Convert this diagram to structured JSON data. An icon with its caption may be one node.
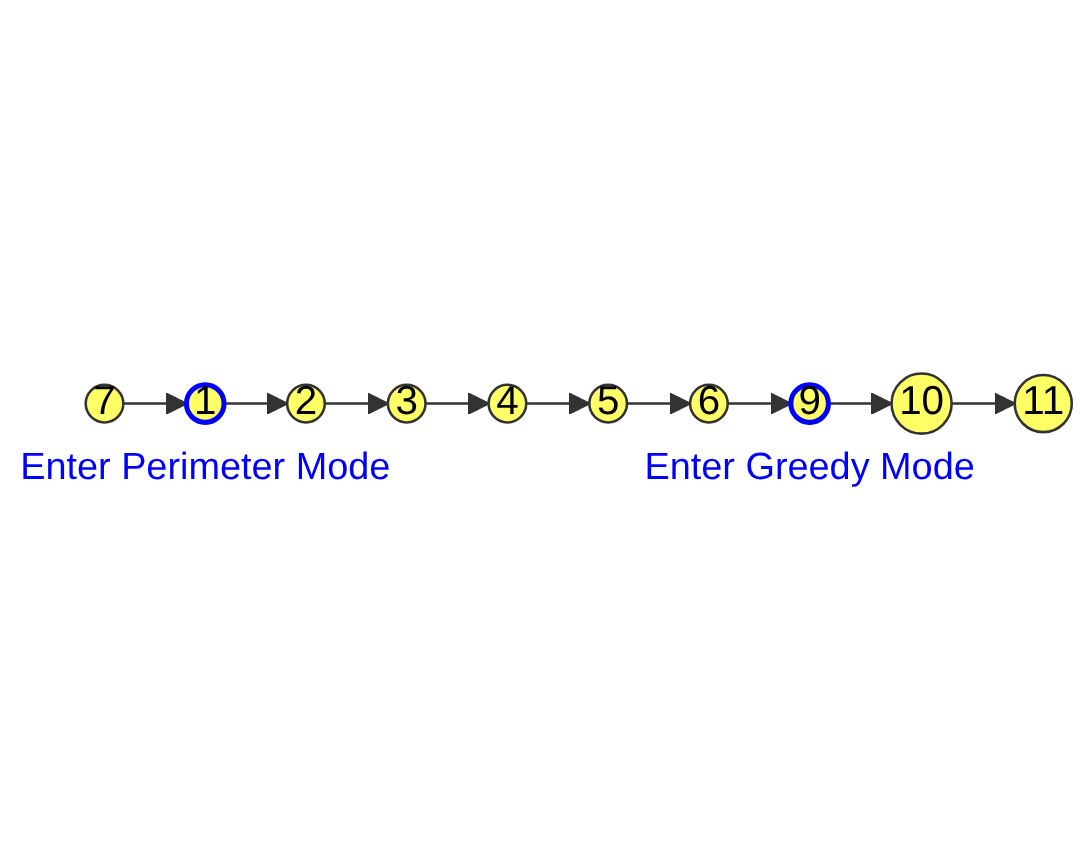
{
  "diagram": {
    "nodes": [
      {
        "text": [
          "7"
        ]
      },
      {
        "text": [
          "1"
        ],
        "beside": [
          "Enter Perimeter Mode"
        ]
      },
      {
        "text": [
          "2"
        ]
      },
      {
        "text": [
          "3"
        ]
      },
      {
        "text": [
          "4"
        ]
      },
      {
        "text": [
          "5"
        ]
      },
      {
        "text": [
          "6"
        ]
      },
      {
        "text": [
          "9"
        ],
        "beside": [
          "Enter Greedy Mode"
        ]
      },
      {
        "text": [
          "10"
        ]
      },
      {
        "text": [
          "11"
        ]
      }
    ],
    "edges": [
      {
        "from": 0,
        "to": 1,
        "arrow": "to"
      },
      {
        "from": 1,
        "to": 2,
        "arrow": "to"
      },
      {
        "from": 2,
        "to": 3,
        "arrow": "to"
      },
      {
        "from": 3,
        "to": 4,
        "arrow": "to"
      },
      {
        "from": 4,
        "to": 5,
        "arrow": "to"
      },
      {
        "from": 5,
        "to": 6,
        "arrow": "to"
      },
      {
        "from": 6,
        "to": 7,
        "arrow": "to"
      },
      {
        "from": 7,
        "to": 8,
        "arrow": "to"
      },
      {
        "from": 8,
        "to": 9,
        "arrow": "to"
      }
    ]
  }
}
